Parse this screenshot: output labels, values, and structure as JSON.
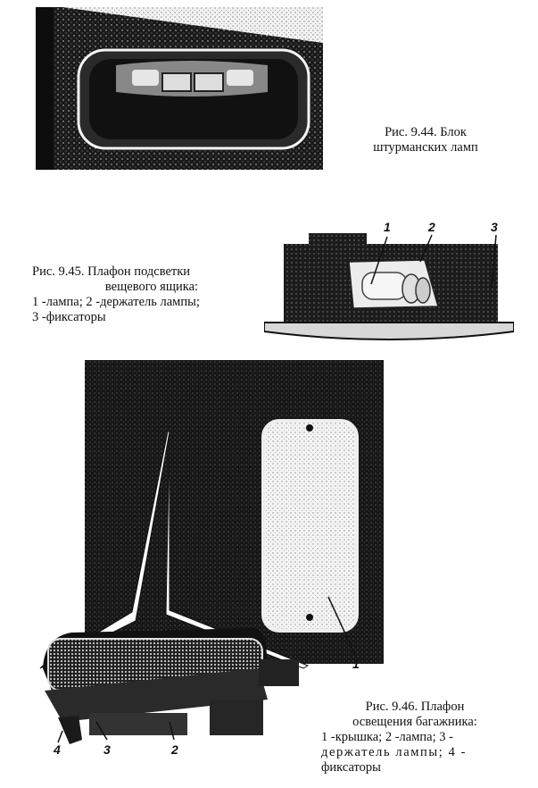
{
  "figures": [
    {
      "caption_lines": [
        "Рис. 9.44. Блок",
        "штурманских ламп"
      ]
    },
    {
      "caption_lines": [
        "Рис. 9.45. Плафон подсветки",
        "вещевого ящика:",
        "1 -лампа; 2 -держатель лампы;",
        "3 -фиксаторы"
      ],
      "callouts": [
        "1",
        "2",
        "3"
      ]
    },
    {
      "caption_lines": [
        "Рис. 9.46. Плафон",
        "освещения багажника:",
        "1 -крышка; 2 -лампа; 3 -",
        "держатель лампы; 4 -",
        "фиксаторы"
      ],
      "callouts": [
        "1",
        "2",
        "3",
        "4"
      ]
    }
  ]
}
